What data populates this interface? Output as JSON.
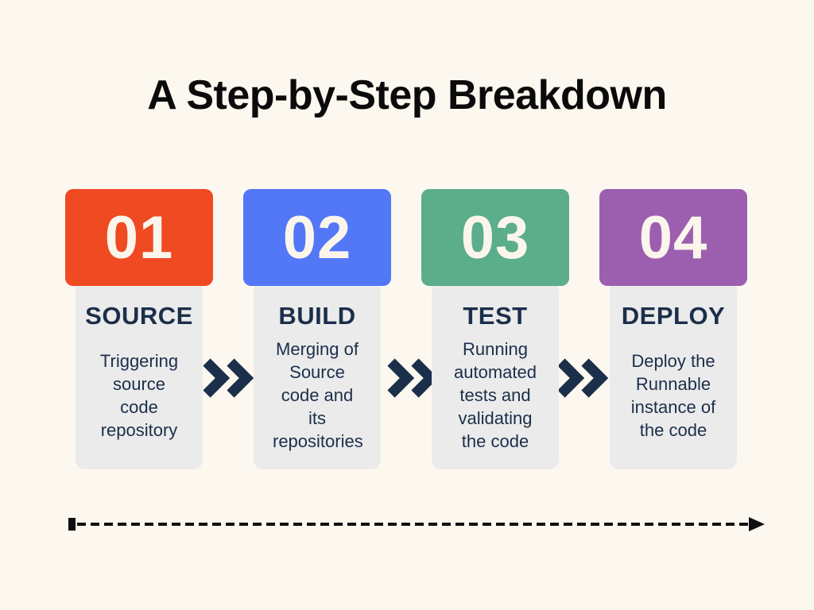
{
  "title": "A Step-by-Step Breakdown",
  "steps": [
    {
      "number": "01",
      "label": "SOURCE",
      "description": "Triggering source code repository",
      "color": "#F04A23"
    },
    {
      "number": "02",
      "label": "BUILD",
      "description": "Merging of Source code and its repositories",
      "color": "#5277F7"
    },
    {
      "number": "03",
      "label": "TEST",
      "description": "Running automated tests and validating the code",
      "color": "#5BAD8B"
    },
    {
      "number": "04",
      "label": "DEPLOY",
      "description": "Deploy the Runnable instance of the code",
      "color": "#9C5FB0"
    }
  ],
  "icons": {
    "step_connector": "double-chevron-right",
    "timeline": "dashed-arrow-right"
  },
  "colors": {
    "background": "#FDF8EF",
    "card": "#EBEBEB",
    "navy_text": "#1B2F4B",
    "chevron": "#1B2F4B",
    "title_text": "#0B0B0B",
    "number_text": "#FBF6EC",
    "timeline_black": "#101010"
  }
}
